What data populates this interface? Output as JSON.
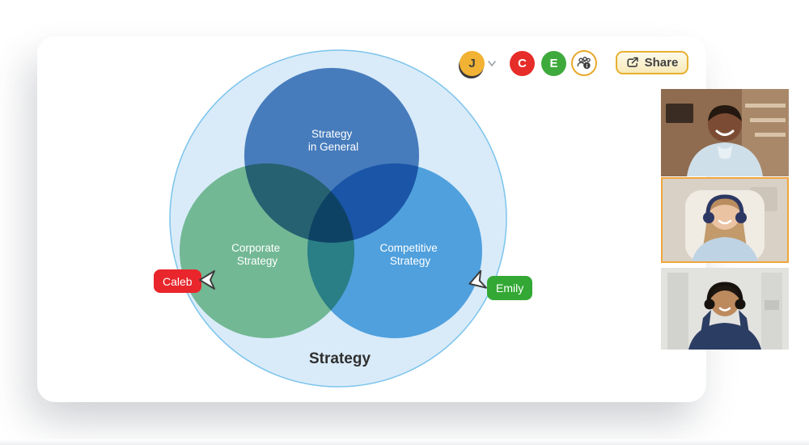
{
  "header": {
    "user_avatar": {
      "initial": "J",
      "color": "#F2B233"
    },
    "collaborator_avatars": [
      {
        "initial": "C",
        "color": "#E62D29"
      },
      {
        "initial": "E",
        "color": "#3FAA3C"
      }
    ],
    "icons": {
      "chevron": "chevron-down-icon",
      "collaborators": "people-info-icon",
      "share": "share-arrow-icon"
    },
    "share_button": {
      "label": "Share",
      "border_color": "#E7B02F"
    }
  },
  "canvas": {
    "venn": {
      "outer": {
        "label": "Strategy",
        "fill": "#D9EBF9",
        "stroke": "#7CC4EC"
      },
      "sets": [
        {
          "line1": "Strategy",
          "line2": "in General",
          "color": "#4A80BE"
        },
        {
          "line1": "Corporate",
          "line2": "Strategy",
          "color": "#7FC593"
        },
        {
          "line1": "Competitive",
          "line2": "Strategy",
          "color": "#54AAE1"
        }
      ]
    },
    "cursors": [
      {
        "name": "Caleb",
        "color": "#E8262C"
      },
      {
        "name": "Emily",
        "color": "#34A835"
      }
    ]
  },
  "video_panel": {
    "active_border_color": "#F0A63C",
    "participants": [
      {
        "id": "participant-1",
        "active": false
      },
      {
        "id": "participant-2",
        "active": true
      },
      {
        "id": "participant-3",
        "active": false
      }
    ]
  }
}
